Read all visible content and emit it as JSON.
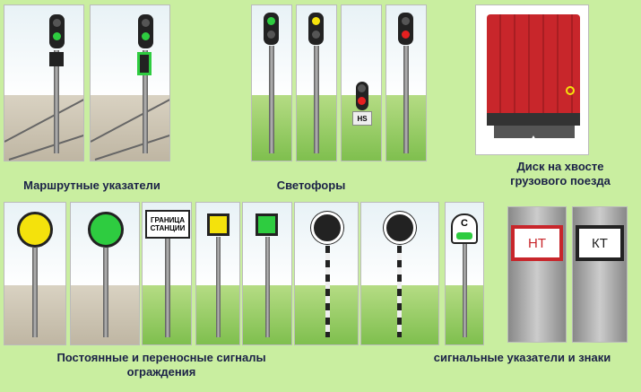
{
  "captions": {
    "route_indicators": "Маршрутные указатели",
    "traffic_lights": "Светофоры",
    "tail_disc_line1": "Диск на хвосте",
    "tail_disc_line2": "грузового поезда",
    "barrier_signals_line1": "Постоянные и переносные сигналы",
    "barrier_signals_line2": "ограждения",
    "signal_indicators": "сигнальные указатели и знаки"
  },
  "signs": {
    "station_border": "ГРАНИЦА СТАНЦИИ",
    "nt": "НТ",
    "kt": "КТ",
    "s": "С",
    "ns": "НS"
  },
  "colors": {
    "green_lamp": "#2ecc40",
    "yellow_lamp": "#f4e20c",
    "red_lamp": "#e52020",
    "wagon_red": "#c8262b",
    "caption_text": "#1b2147"
  }
}
